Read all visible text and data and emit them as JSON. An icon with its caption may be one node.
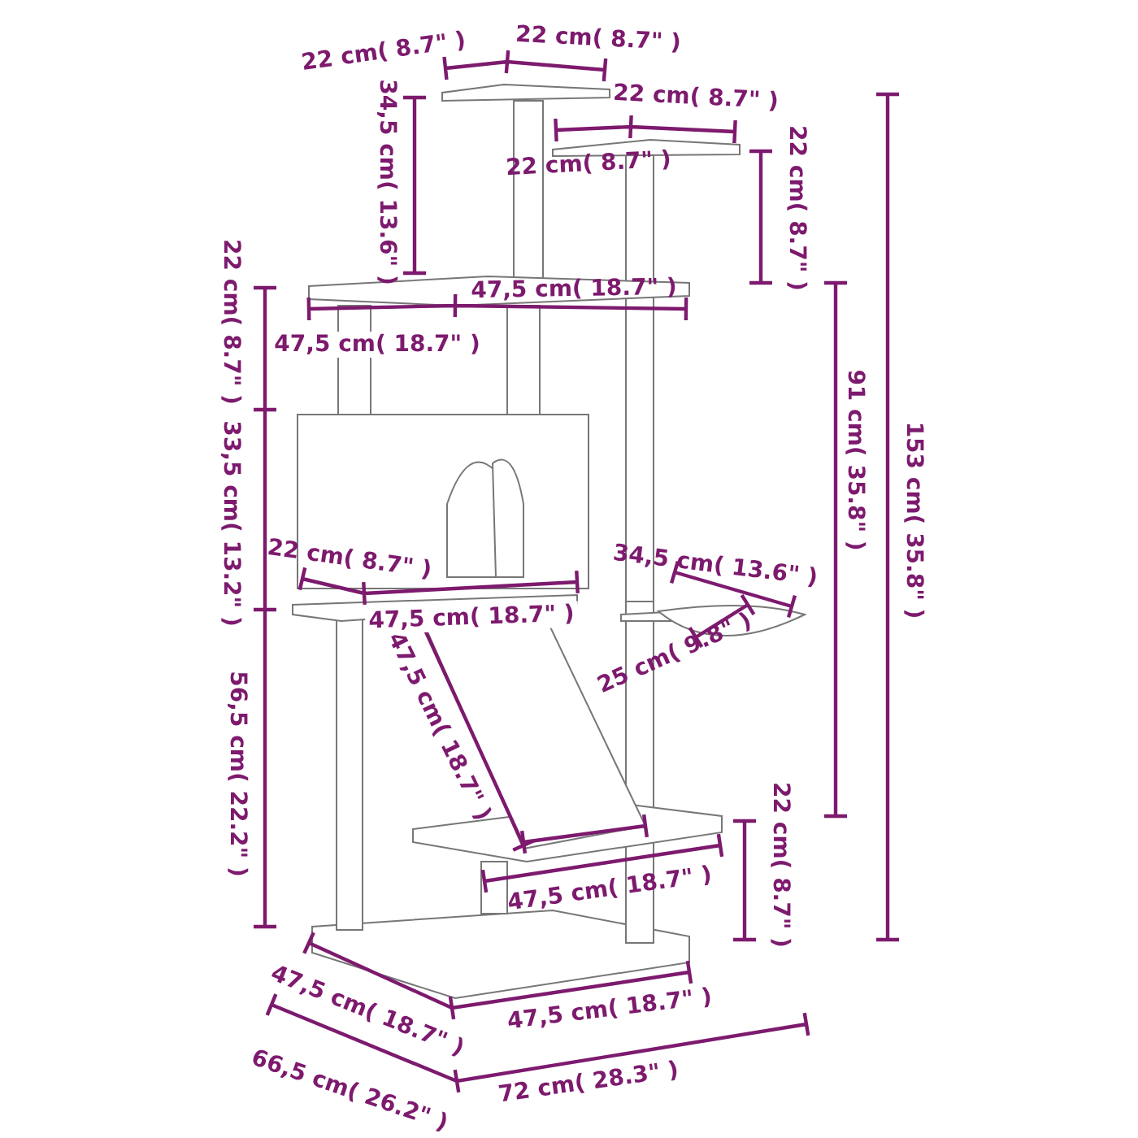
{
  "diagram": {
    "labels": [
      "22 cm( 8.7\" )",
      "22 cm( 8.7\" )",
      "34,5 cm( 13.6\" )",
      "22 cm( 8.7\" )",
      "22 cm( 8.7\" )",
      "22 cm( 8.7\" )",
      "153 cm( 35.8\" )",
      "22 cm( 8.7\" )",
      "47,5 cm( 18.7\" )",
      "47,5 cm( 18.7\" )",
      "91 cm( 35.8\" )",
      "33,5 cm( 13.2\" )",
      "22 cm( 8.7\" )",
      "34,5 cm( 13.6\" )",
      "47,5 cm( 18.7\" )",
      "47,5 cm( 18.7\" )",
      "25 cm( 9.8\" )",
      "56,5 cm( 22.2\" )",
      "22 cm( 8.7\" )",
      "47,5 cm( 18.7\" )",
      "47,5 cm( 18.7\" )",
      "47,5 cm( 18.7\" )",
      "66,5 cm( 26.2\" )",
      "72 cm( 28.3\" )"
    ]
  }
}
